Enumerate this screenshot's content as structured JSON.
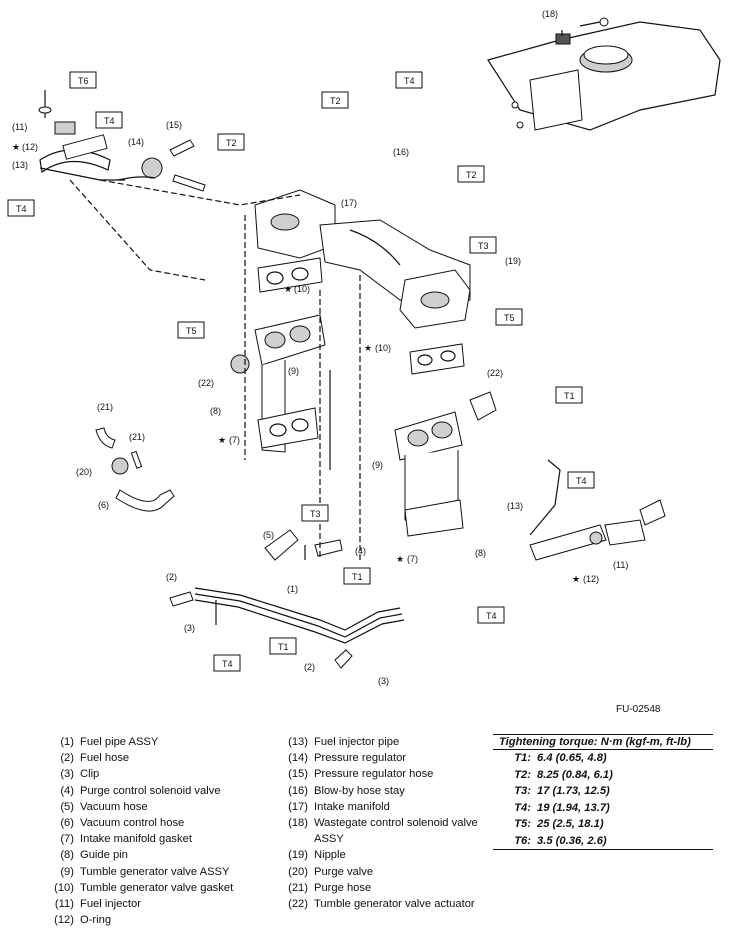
{
  "figure_code": "FU-02548",
  "torque_labels": [
    "T1",
    "T2",
    "T3",
    "T4",
    "T5",
    "T6"
  ],
  "callout_numbers": [
    "(1)",
    "(2)",
    "(3)",
    "(4)",
    "(5)",
    "(6)",
    "(7)",
    "(8)",
    "(9)",
    "(10)",
    "(11)",
    "(12)",
    "(13)",
    "(14)",
    "(15)",
    "(16)",
    "(17)",
    "(18)",
    "(19)",
    "(20)",
    "(21)",
    "(22)"
  ],
  "star_symbol": "★",
  "legend_left": [
    {
      "num": "(1)",
      "text": "Fuel pipe ASSY"
    },
    {
      "num": "(2)",
      "text": "Fuel hose"
    },
    {
      "num": "(3)",
      "text": "Clip"
    },
    {
      "num": "(4)",
      "text": "Purge control solenoid valve"
    },
    {
      "num": "(5)",
      "text": "Vacuum hose"
    },
    {
      "num": "(6)",
      "text": "Vacuum control hose"
    },
    {
      "num": "(7)",
      "text": "Intake manifold gasket"
    },
    {
      "num": "(8)",
      "text": "Guide pin"
    },
    {
      "num": "(9)",
      "text": "Tumble generator valve ASSY"
    },
    {
      "num": "(10)",
      "text": "Tumble generator valve gasket"
    },
    {
      "num": "(11)",
      "text": "Fuel injector"
    },
    {
      "num": "(12)",
      "text": "O-ring"
    }
  ],
  "legend_mid": [
    {
      "num": "(13)",
      "text": "Fuel injector pipe"
    },
    {
      "num": "(14)",
      "text": "Pressure regulator"
    },
    {
      "num": "(15)",
      "text": "Pressure regulator hose"
    },
    {
      "num": "(16)",
      "text": "Blow-by hose stay"
    },
    {
      "num": "(17)",
      "text": "Intake manifold"
    },
    {
      "num": "(18)",
      "text": "Wastegate control solenoid valve"
    },
    {
      "num": "",
      "text": "ASSY"
    },
    {
      "num": "(19)",
      "text": "Nipple"
    },
    {
      "num": "(20)",
      "text": "Purge valve"
    },
    {
      "num": "(21)",
      "text": "Purge hose"
    },
    {
      "num": "(22)",
      "text": "Tumble generator valve actuator"
    }
  ],
  "torque_table": {
    "title": "Tightening torque: N·m (kgf-m, ft-lb)",
    "rows": [
      {
        "label": "T1:",
        "value": "6.4 (0.65, 4.8)"
      },
      {
        "label": "T2:",
        "value": "8.25 (0.84, 6.1)"
      },
      {
        "label": "T3:",
        "value": "17 (1.73, 12.5)"
      },
      {
        "label": "T4:",
        "value": "19 (1.94, 13.7)"
      },
      {
        "label": "T5:",
        "value": "25 (2.5, 18.1)"
      },
      {
        "label": "T6:",
        "value": "3.5 (0.36, 2.6)"
      }
    ]
  }
}
